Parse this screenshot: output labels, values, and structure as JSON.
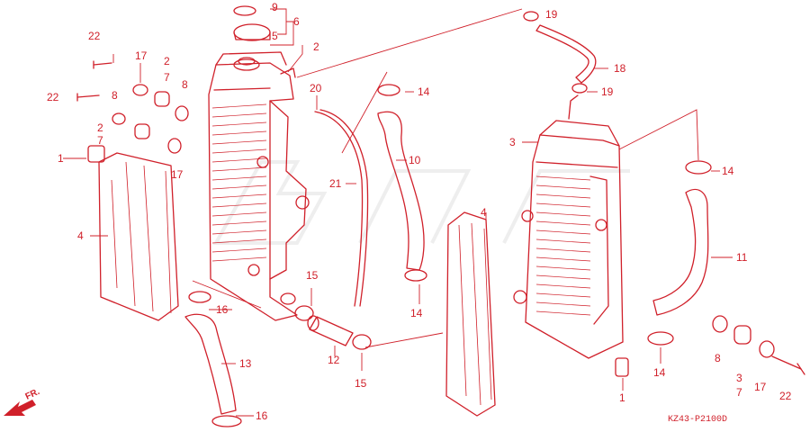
{
  "diagram": {
    "part_code": "KZ43-P2100D",
    "front_marker": "FR.",
    "callouts": [
      {
        "id": "c22a",
        "label": "22"
      },
      {
        "id": "c22b",
        "label": "22"
      },
      {
        "id": "c22c",
        "label": "22"
      },
      {
        "id": "c17a",
        "label": "17"
      },
      {
        "id": "c17b",
        "label": "17"
      },
      {
        "id": "c17c",
        "label": "17"
      },
      {
        "id": "c2a",
        "label": "2"
      },
      {
        "id": "c2b",
        "label": "2"
      },
      {
        "id": "c2c",
        "label": "2"
      },
      {
        "id": "c7a",
        "label": "7"
      },
      {
        "id": "c7b",
        "label": "7"
      },
      {
        "id": "c7c",
        "label": "7"
      },
      {
        "id": "c8a",
        "label": "8"
      },
      {
        "id": "c8b",
        "label": "8"
      },
      {
        "id": "c8c",
        "label": "8"
      },
      {
        "id": "c1a",
        "label": "1"
      },
      {
        "id": "c1b",
        "label": "1"
      },
      {
        "id": "c4a",
        "label": "4"
      },
      {
        "id": "c4b",
        "label": "4"
      },
      {
        "id": "c9",
        "label": "9"
      },
      {
        "id": "c5",
        "label": "5"
      },
      {
        "id": "c6",
        "label": "6"
      },
      {
        "id": "c20",
        "label": "20"
      },
      {
        "id": "c21",
        "label": "21"
      },
      {
        "id": "c14a",
        "label": "14"
      },
      {
        "id": "c14b",
        "label": "14"
      },
      {
        "id": "c14c",
        "label": "14"
      },
      {
        "id": "c14d",
        "label": "14"
      },
      {
        "id": "c10",
        "label": "10"
      },
      {
        "id": "c11",
        "label": "11"
      },
      {
        "id": "c12",
        "label": "12"
      },
      {
        "id": "c13",
        "label": "13"
      },
      {
        "id": "c15a",
        "label": "15"
      },
      {
        "id": "c15b",
        "label": "15"
      },
      {
        "id": "c16a",
        "label": "16"
      },
      {
        "id": "c16b",
        "label": "16"
      },
      {
        "id": "c18",
        "label": "18"
      },
      {
        "id": "c19a",
        "label": "19"
      },
      {
        "id": "c19b",
        "label": "19"
      },
      {
        "id": "c3a",
        "label": "3"
      },
      {
        "id": "c3b",
        "label": "3"
      }
    ]
  }
}
